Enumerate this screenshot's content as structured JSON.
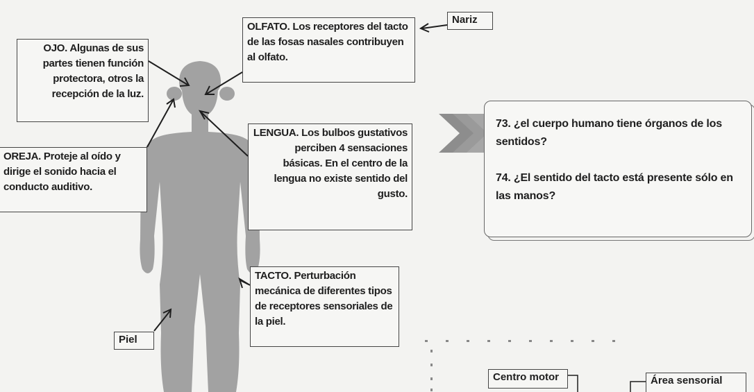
{
  "labels": {
    "ojo": "OJO. Algunas de sus partes tienen función protectora, otros la recepción de la luz.",
    "olfato": "OLFATO. Los receptores del tacto de las fosas nasales contribuyen al olfato.",
    "nariz": "Nariz",
    "lengua": "LENGUA. Los bulbos gustativos perciben 4 sensaciones básicas. En el centro de la lengua no existe sentido del gusto.",
    "oreja": "OREJA. Proteje al oído y dirige el sonido hacia el conducto auditivo.",
    "tacto": "TACTO. Perturbación mecánica de diferentes tipos de receptores sensoriales de la piel.",
    "piel": "Piel",
    "centro_motor": "Centro motor",
    "area_sensorial": "Área sensorial"
  },
  "questions": [
    "73. ¿el cuerpo humano tiene órganos de los sentidos?",
    "74. ¿El sentido del tacto está presente sólo en las manos?"
  ],
  "colors": {
    "silhouette": "#a2a2a2",
    "chevrons": "#8d8d8d",
    "border": "#444444"
  }
}
